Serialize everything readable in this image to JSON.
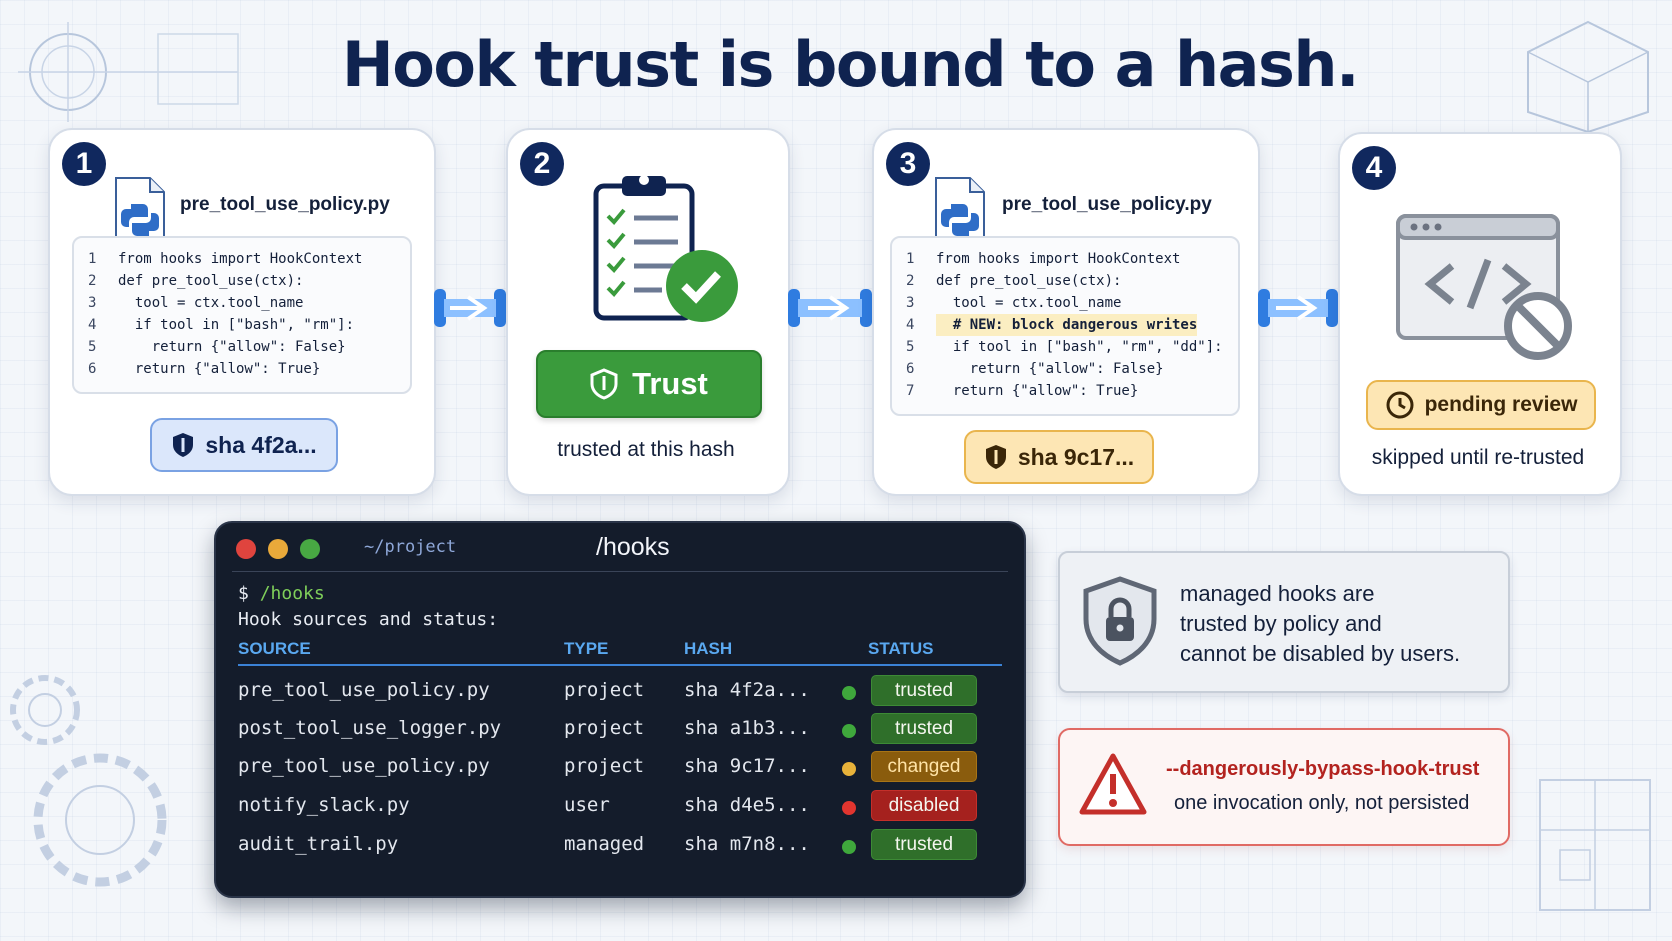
{
  "title": "Hook trust is bound to a hash.",
  "steps": [
    {
      "number": "1",
      "file_name": "pre_tool_use_policy.py",
      "code_lines": [
        {
          "n": "1",
          "text": "from hooks import HookContext"
        },
        {
          "n": "2",
          "text": "def pre_tool_use(ctx):"
        },
        {
          "n": "3",
          "text": "  tool = ctx.tool_name"
        },
        {
          "n": "4",
          "text": "  if tool in [\"bash\", \"rm\"]:"
        },
        {
          "n": "5",
          "text": "    return {\"allow\": False}"
        },
        {
          "n": "6",
          "text": "  return {\"allow\": True}"
        }
      ],
      "hash_label": "sha 4f2a..."
    },
    {
      "number": "2",
      "button_label": "Trust",
      "caption": "trusted at this hash"
    },
    {
      "number": "3",
      "file_name": "pre_tool_use_policy.py",
      "code_lines": [
        {
          "n": "1",
          "text": "from hooks import HookContext"
        },
        {
          "n": "2",
          "text": "def pre_tool_use(ctx):"
        },
        {
          "n": "3",
          "text": "  tool = ctx.tool_name"
        },
        {
          "n": "4",
          "text": "  # NEW: block dangerous writes"
        },
        {
          "n": "5",
          "text": "  if tool in [\"bash\", \"rm\", \"dd\"]:"
        },
        {
          "n": "6",
          "text": "    return {\"allow\": False}"
        },
        {
          "n": "7",
          "text": "  return {\"allow\": True}"
        }
      ],
      "highlight_line": "4",
      "hash_label": "sha 9c17..."
    },
    {
      "number": "4",
      "status_label": "pending review",
      "caption": "skipped until re-trusted"
    }
  ],
  "terminal": {
    "path": "~/project",
    "title": "/hooks",
    "prompt_symbol": "$",
    "command": "/hooks",
    "subtitle": "Hook sources and status:",
    "headers": {
      "source": "SOURCE",
      "type": "TYPE",
      "hash": "HASH",
      "status": "STATUS"
    },
    "rows": [
      {
        "source": "pre_tool_use_policy.py",
        "type": "project",
        "hash": "sha 4f2a...",
        "status": "trusted"
      },
      {
        "source": "post_tool_use_logger.py",
        "type": "project",
        "hash": "sha a1b3...",
        "status": "trusted"
      },
      {
        "source": "pre_tool_use_policy.py",
        "type": "project",
        "hash": "sha 9c17...",
        "status": "changed"
      },
      {
        "source": "notify_slack.py",
        "type": "user",
        "hash": "sha d4e5...",
        "status": "disabled"
      },
      {
        "source": "audit_trail.py",
        "type": "managed",
        "hash": "sha m7n8...",
        "status": "trusted"
      }
    ]
  },
  "managed_note": {
    "line1": "managed hooks are",
    "line2": "trusted by policy and",
    "line3": "cannot be disabled by users."
  },
  "bypass_note": {
    "flag": "--dangerously-bypass-hook-trust",
    "text": "one invocation only, not persisted"
  },
  "colors": {
    "navy": "#10285e",
    "trust_green": "#3a9b3c",
    "amber": "#e9b54d",
    "danger_red": "#c42f2a",
    "terminal_bg": "#141c2b",
    "header_blue": "#5aa8f0"
  },
  "icons": [
    "python-file-icon",
    "clipboard-check-icon",
    "shield-check-icon",
    "code-window-blocked-icon",
    "clock-icon",
    "shield-lock-icon",
    "warning-triangle-icon",
    "flow-arrow-icon"
  ]
}
